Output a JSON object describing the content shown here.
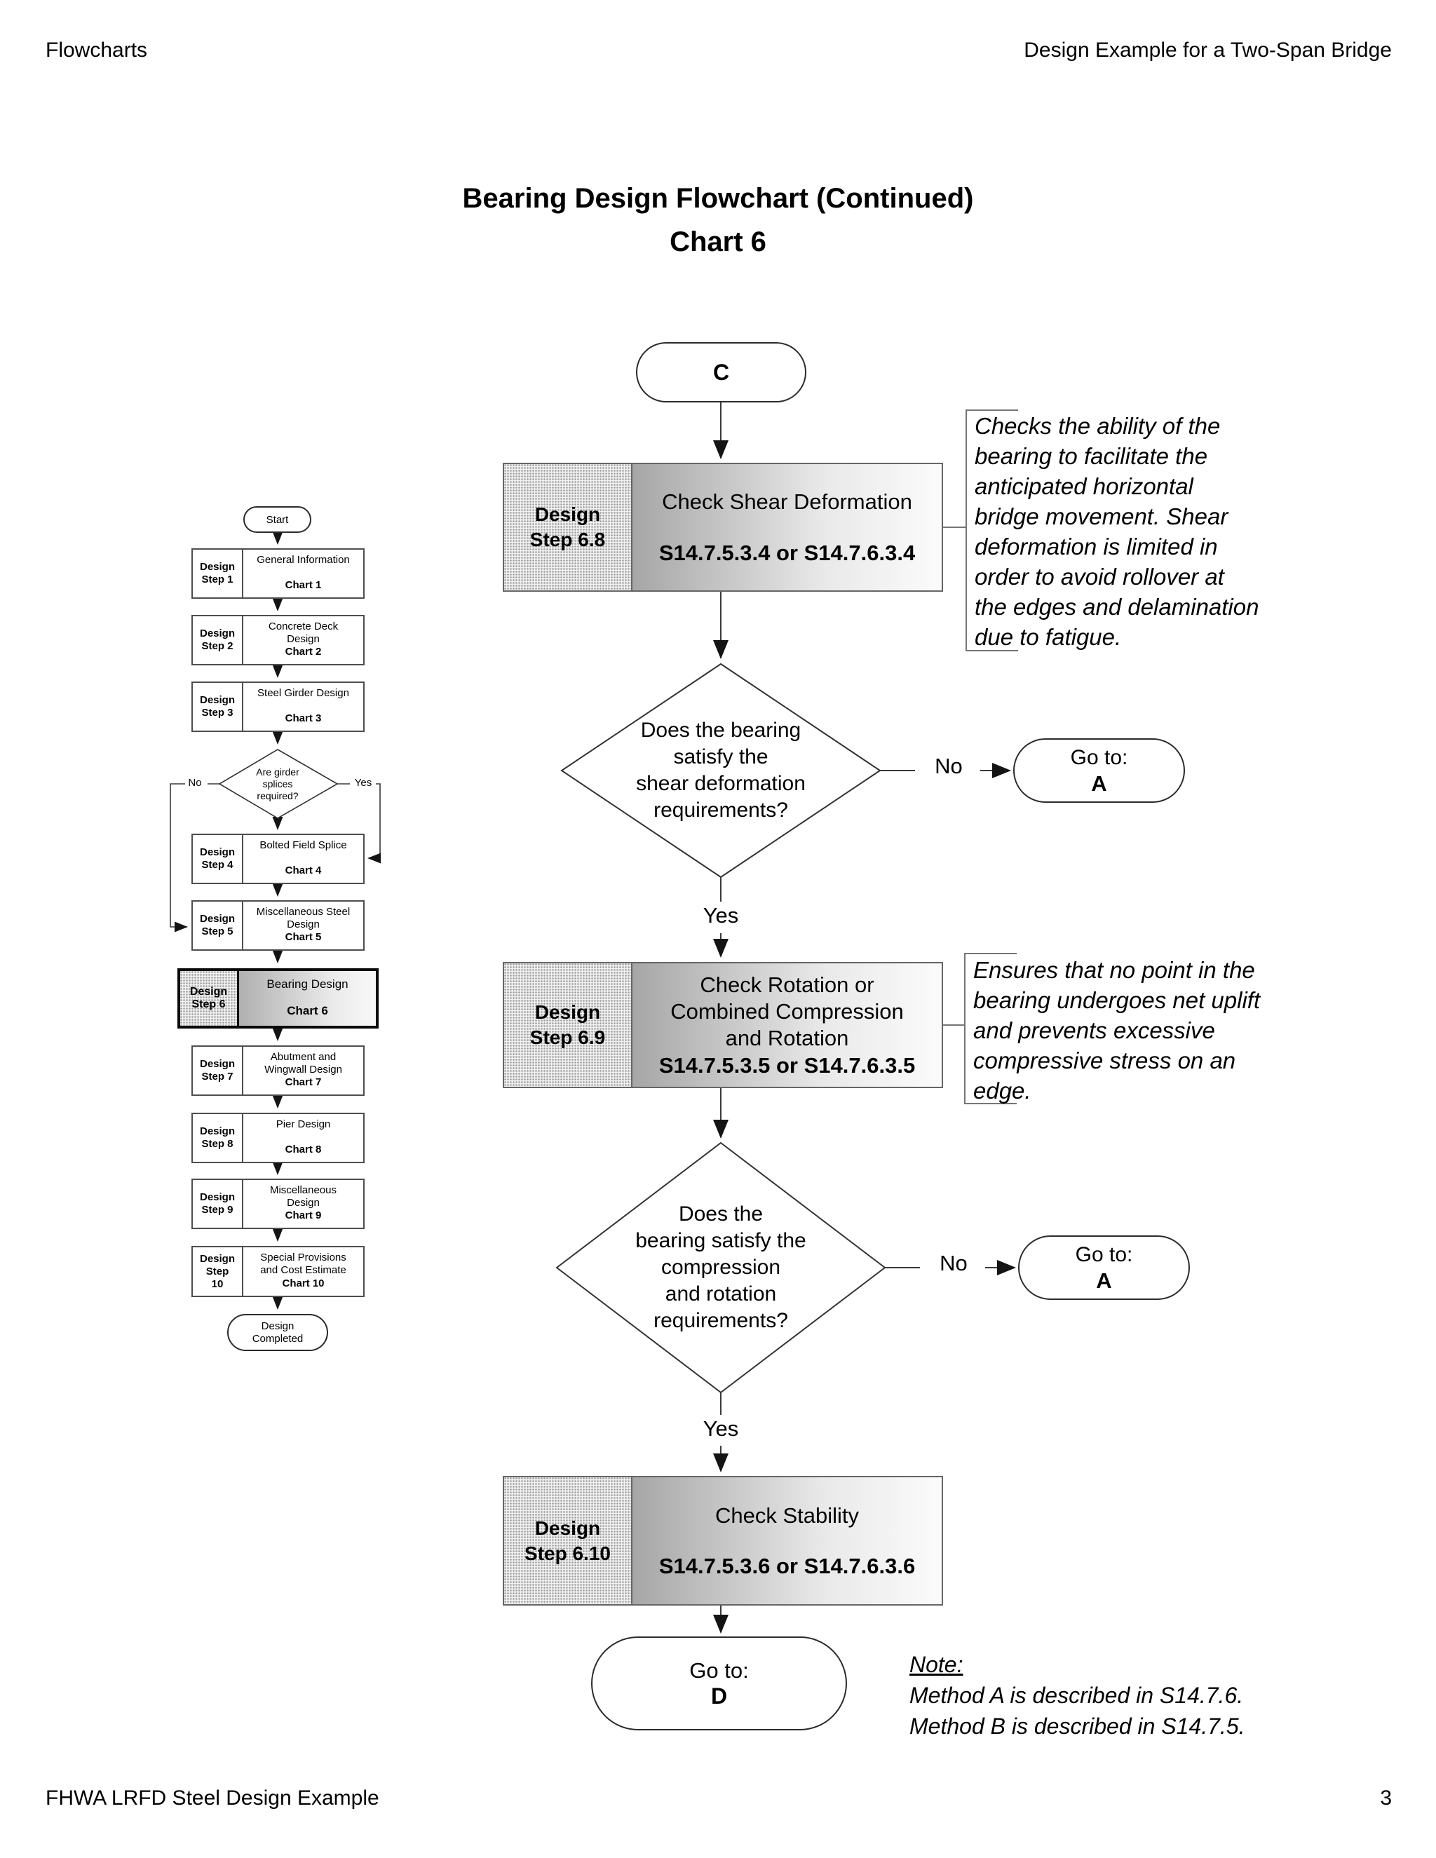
{
  "header": {
    "left": "Flowcharts",
    "right": "Design Example for a Two-Span Bridge"
  },
  "title": {
    "line1": "Bearing Design Flowchart (Continued)",
    "line2": "Chart 6"
  },
  "sidebar": {
    "start_label": "Start",
    "steps": [
      {
        "label": "Design\nStep 1",
        "title": "General Information",
        "chart": "Chart 1"
      },
      {
        "label": "Design\nStep 2",
        "title": "Concrete Deck\nDesign",
        "chart": "Chart 2"
      },
      {
        "label": "Design\nStep 3",
        "title": "Steel Girder Design",
        "chart": "Chart 3"
      },
      {
        "label": "Design\nStep 4",
        "title": "Bolted Field Splice",
        "chart": "Chart 4"
      },
      {
        "label": "Design\nStep 5",
        "title": "Miscellaneous Steel\nDesign",
        "chart": "Chart 5"
      },
      {
        "label": "Design\nStep 6",
        "title": "Bearing Design",
        "chart": "Chart 6"
      },
      {
        "label": "Design\nStep 7",
        "title": "Abutment and\nWingwall Design",
        "chart": "Chart 7"
      },
      {
        "label": "Design\nStep 8",
        "title": "Pier Design",
        "chart": "Chart 8"
      },
      {
        "label": "Design\nStep 9",
        "title": "Miscellaneous\nDesign",
        "chart": "Chart 9"
      },
      {
        "label": "Design\nStep\n10",
        "title": "Special Provisions\nand Cost Estimate",
        "chart": "Chart 10"
      }
    ],
    "decision": {
      "question": "Are girder\nsplices\nrequired?",
      "no": "No",
      "yes": "Yes"
    },
    "end_label": "Design\nCompleted"
  },
  "main": {
    "start_terminal": "C",
    "steps": [
      {
        "label": "Design\nStep 6.8",
        "title": "Check Shear Deformation",
        "ref": "S14.7.5.3.4 or S14.7.6.3.4"
      },
      {
        "label": "Design\nStep 6.9",
        "title": "Check Rotation or\nCombined Compression\nand Rotation",
        "ref": "S14.7.5.3.5 or S14.7.6.3.5"
      },
      {
        "label": "Design\nStep 6.10",
        "title": "Check Stability",
        "ref": "S14.7.5.3.6 or S14.7.6.3.6"
      }
    ],
    "decisions": [
      {
        "question": "Does the bearing\nsatisfy the\nshear deformation\nrequirements?",
        "no": "No",
        "yes": "Yes"
      },
      {
        "question": "Does the\nbearing satisfy the\ncompression\nand rotation\nrequirements?",
        "no": "No",
        "yes": "Yes"
      }
    ],
    "goto_a": {
      "prefix": "Go to:",
      "target": "A"
    },
    "goto_d": {
      "prefix": "Go to:",
      "target": "D"
    },
    "notes": [
      "Checks the ability of the\nbearing to facilitate the\nanticipated horizontal\nbridge movement.  Shear\ndeformation is limited in\norder to avoid rollover at\nthe edges and delamination\ndue to fatigue.",
      "Ensures that no point in the\nbearing undergoes net uplift\nand prevents excessive\ncompressive stress on an\nedge."
    ],
    "bottom_note": {
      "heading": "Note:",
      "body": "Method A is described in S14.7.6.\nMethod B is described in S14.7.5."
    }
  },
  "footer": {
    "left": "FHWA LRFD Steel Design Example",
    "page_number": "3"
  },
  "colors": {
    "line": "#3a3a3a",
    "box_border": "#666666",
    "highlight_border": "#0a0a0a",
    "gradient_dark": "#a6a6a6",
    "gradient_light": "#fbfbfb",
    "hatch_dot": "#a0a0a0"
  }
}
